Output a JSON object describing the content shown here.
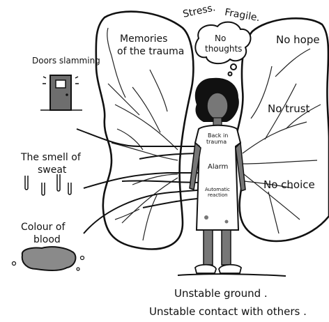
{
  "labels": {
    "stress": "Stress.",
    "fragile": "Fragile.",
    "memories_line1": "Memories",
    "memories_line2": "of the trauma",
    "no_thoughts_line1": "No",
    "no_thoughts_line2": "thoughts",
    "no_hope": "No hope",
    "no_trust": "No trust",
    "no_choice": "No choice",
    "doors_slamming": "Doors slamming",
    "smell_line1": "The smell of",
    "smell_line2": "sweat",
    "colour_line1": "Colour of",
    "colour_line2": "blood",
    "back_in_line1": "Back in",
    "back_in_line2": "trauma",
    "alarm": "Alarm",
    "automatic_line1": "Automatic",
    "automatic_line2": "reaction",
    "unstable_ground": "Unstable ground .",
    "unstable_contact": "Unstable contact with others ."
  },
  "icons": [
    "door-icon",
    "sweat-drops-icon",
    "blood-puddle-icon",
    "thought-bubble-icon",
    "person-figure",
    "left-wing-shape",
    "right-wing-shape"
  ]
}
